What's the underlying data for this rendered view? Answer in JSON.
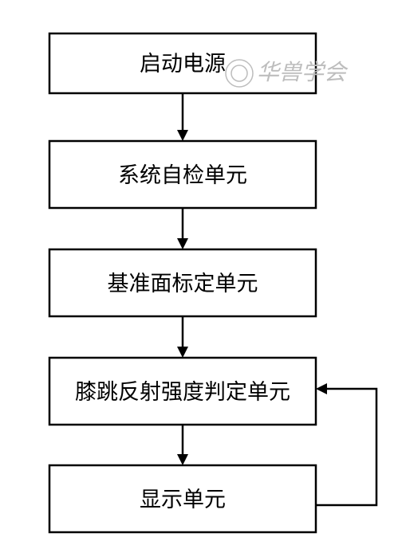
{
  "steps": [
    {
      "label": "启动电源"
    },
    {
      "label": "系统自检单元"
    },
    {
      "label": "基准面标定单元"
    },
    {
      "label": "膝跳反射强度判定单元"
    },
    {
      "label": "显示单元"
    }
  ],
  "watermark": {
    "text": "华兽学会"
  },
  "colors": {
    "line": "#000000",
    "box_fill": "#ffffff",
    "watermark": "#bdbdbd"
  }
}
